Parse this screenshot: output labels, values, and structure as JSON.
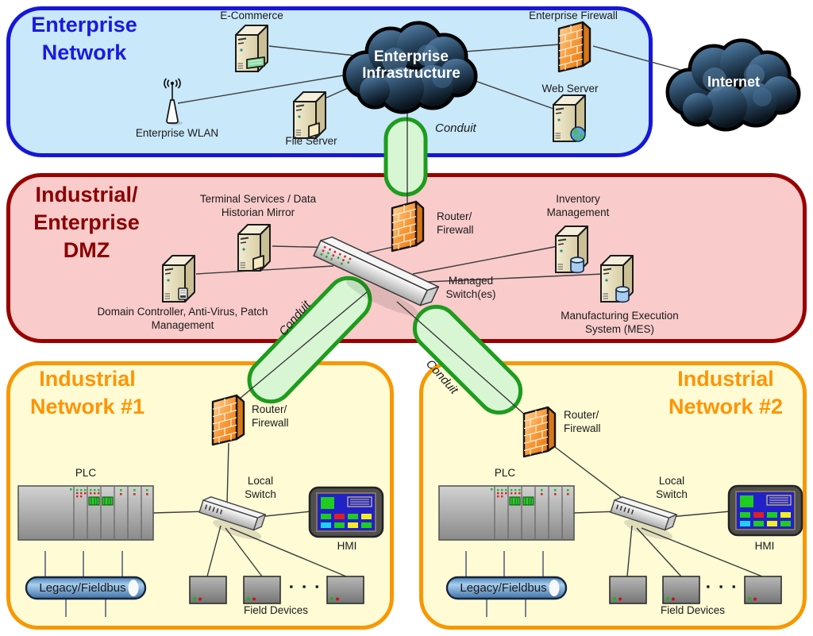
{
  "zones": {
    "enterprise": {
      "title": "Enterprise Network"
    },
    "dmz": {
      "title": "Industrial/ Enterprise DMZ"
    },
    "industrial1": {
      "title": "Industrial Network #1"
    },
    "industrial2": {
      "title": "Industrial Network #2"
    }
  },
  "clouds": {
    "enterprise_infrastructure": "Enterprise Infrastructure",
    "internet": "Internet"
  },
  "conduits": {
    "label": "Conduit"
  },
  "labels": {
    "ecommerce": "E-Commerce",
    "enterprise_firewall": "Enterprise Firewall",
    "enterprise_wlan": "Enterprise WLAN",
    "file_server": "File Server",
    "web_server": "Web Server",
    "terminal_services": "Terminal Services / Data Historian Mirror",
    "router_firewall": "Router/ Firewall",
    "managed_switch": "Managed Switch(es)",
    "inventory": "Inventory Management",
    "mes": "Manufacturing Execution System (MES)",
    "domain_controller": "Domain Controller, Anti-Virus, Patch Management",
    "plc": "PLC",
    "local_switch": "Local Switch",
    "hmi": "HMI",
    "fieldbus": "Legacy/Fieldbus",
    "field_devices": "Field Devices",
    "ellipsis": "▪ ▪ ▪"
  },
  "icons": {
    "server": "server-tower-icon",
    "firewall": "firewall-brick-icon",
    "switch": "network-switch-icon",
    "cloud": "cloud-icon",
    "wlan": "wireless-antenna-icon",
    "plc": "plc-rack-icon",
    "hmi": "hmi-panel-icon",
    "fieldbus": "fieldbus-pill-icon",
    "field_device": "field-device-icon",
    "database": "database-cylinder-icon",
    "globe": "globe-icon"
  },
  "colors": {
    "enterprise_fill": "#C9E8FA",
    "enterprise_border": "#1717D8",
    "enterprise_title": "#1A1AE0",
    "dmz_fill": "#F9CBCB",
    "dmz_border": "#990000",
    "dmz_title": "#8B0000",
    "industrial_fill": "#FEFBD5",
    "industrial_border": "#F79800",
    "industrial_title": "#FF9400",
    "conduit_fill": "#D8F6D4",
    "conduit_border": "#1E9C1E",
    "line": "#3C3C3C",
    "firewall_orange": "#F89B3C",
    "cloud_dark": "#16222E"
  }
}
